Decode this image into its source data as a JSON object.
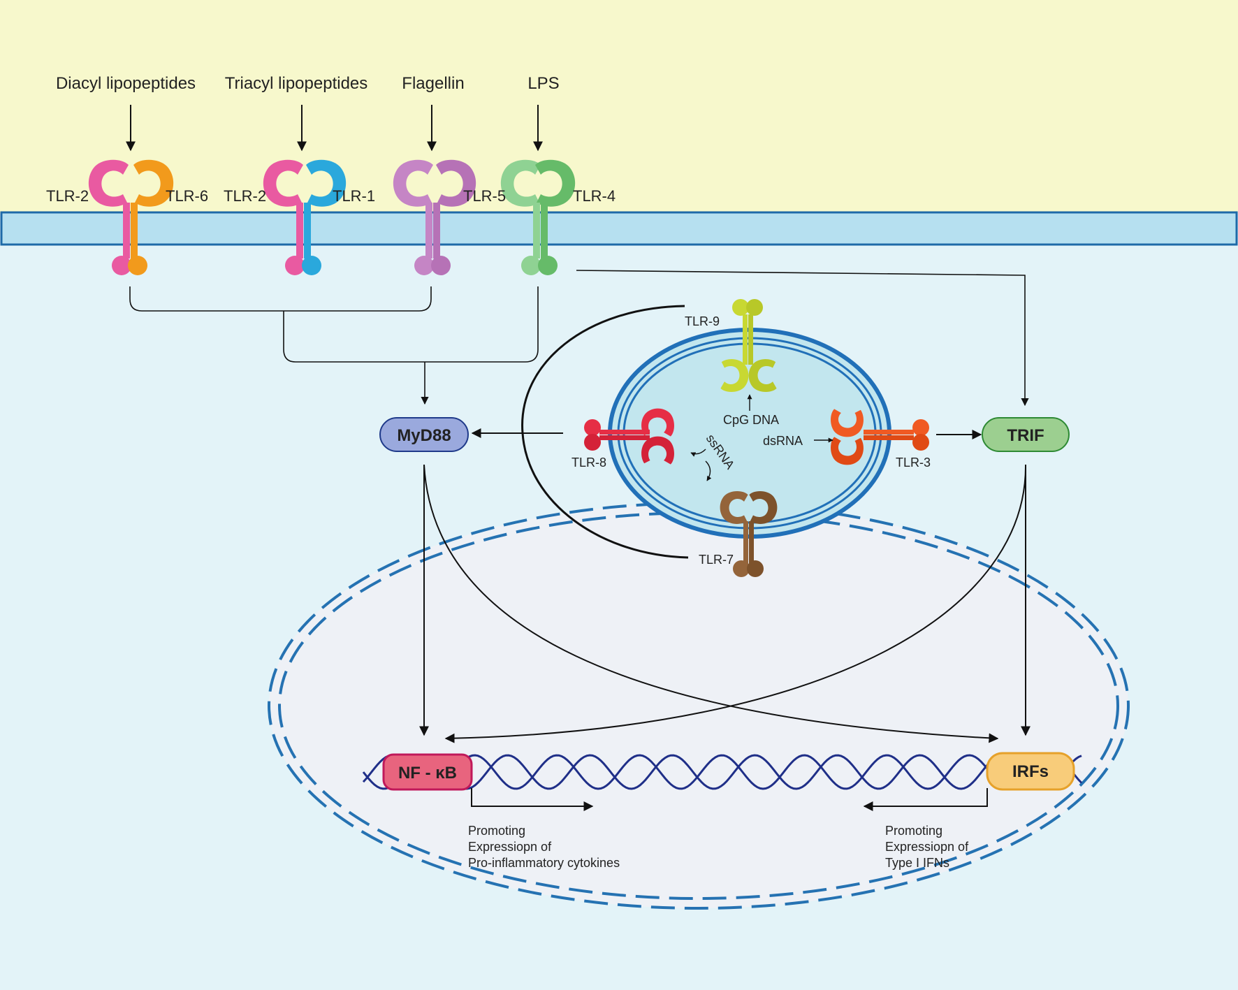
{
  "ligands": {
    "diacyl": "Diacyl lipopeptides",
    "triacyl": "Triacyl lipopeptides",
    "flagellin": "Flagellin",
    "lps": "LPS"
  },
  "receptors": {
    "tlr2_a": "TLR-2",
    "tlr6": "TLR-6",
    "tlr2_b": "TLR-2",
    "tlr1": "TLR-1",
    "tlr5": "TLR-5",
    "tlr4": "TLR-4",
    "tlr9": "TLR-9",
    "tlr8": "TLR-8",
    "tlr3": "TLR-3",
    "tlr7": "TLR-7"
  },
  "endosome_ligands": {
    "cpg": "CpG DNA",
    "ssrna": "ssRNA",
    "dsrna": "dsRNA"
  },
  "adaptors": {
    "myd88": "MyD88",
    "trif": "TRIF"
  },
  "transcription_factors": {
    "nfkb": "NF - κB",
    "irfs": "IRFs"
  },
  "outcomes": {
    "left": [
      "Promoting",
      "Expressiopn of",
      "Pro-inflammatory cytokines"
    ],
    "right": [
      "Promoting",
      "Expressiopn of",
      "Type I IFNs"
    ]
  },
  "colors": {
    "extracellular": "#f7f8cc",
    "membrane": "#b6e0f0",
    "membrane_border": "#1e6aa8",
    "cytoplasm": "#e3f3f8",
    "nucleus_fill": "#eef1f6",
    "endosome_fill": "#c2e6ee",
    "endosome_border": "#2170b8",
    "myd88": "#9aa9dd",
    "trif": "#9ccf90",
    "nfkb": "#e8647e",
    "irfs": "#f8cc7a",
    "dna": "#1f2f88",
    "tlr2": "#e95aa1",
    "tlr6": "#f29a1c",
    "tlr1": "#2aa8dc",
    "tlr5": "#c585c5",
    "tlr4": "#77c97a",
    "tlr9": "#c8d832",
    "tlr8": "#e62e45",
    "tlr3": "#f05a23",
    "tlr7": "#94643a"
  }
}
